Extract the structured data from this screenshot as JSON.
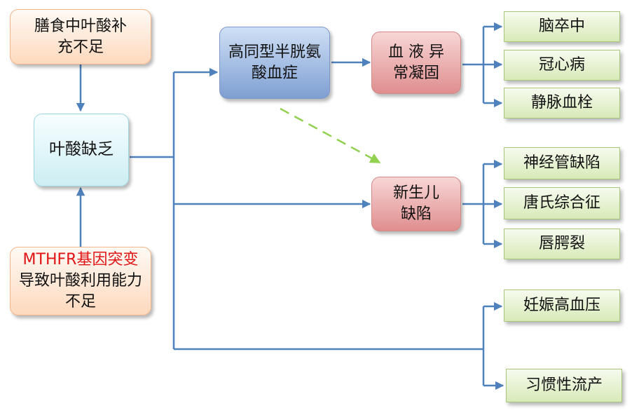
{
  "nodes": {
    "dietary_deficiency": "膳食中叶酸补充不足",
    "folate_deficiency": "叶酸缺乏",
    "mthfr_cause": {
      "highlight": "MTHFR基因突变",
      "rest": "导致叶酸利用能力不足"
    },
    "hyperhomocysteinemia": "高同型半胱氨酸血症",
    "blood_coagulation_abnormal": "血 液 异常凝固",
    "neonatal_defects": "新生儿缺陷"
  },
  "outcomes": {
    "stroke": "脑卒中",
    "coronary_heart_disease": "冠心病",
    "venous_thrombosis": "静脉血栓",
    "neural_tube_defects": "神经管缺陷",
    "down_syndrome": "唐氏综合征",
    "cleft_lip": "唇腭裂",
    "pregnancy_hypertension": "妊娠高血压",
    "habitual_abortion": "习惯性流产"
  },
  "colors": {
    "arrow_blue": "#4f81bd",
    "arrow_dashed_green": "#92d050",
    "mthfr_highlight": "#e01414"
  }
}
